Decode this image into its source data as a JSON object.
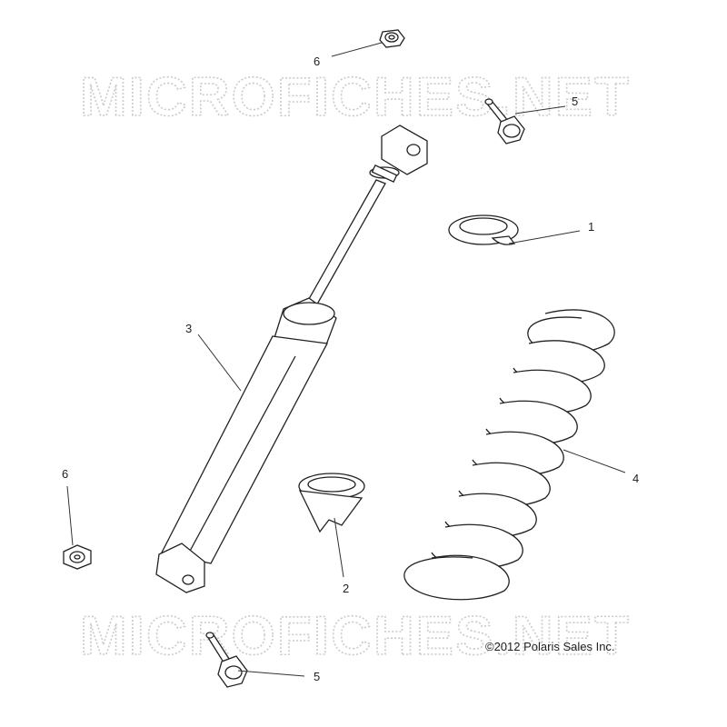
{
  "watermark": {
    "text": "MICROFICHES.NET"
  },
  "copyright": "©2012 Polaris Sales Inc.",
  "callouts": [
    {
      "id": "1",
      "label": "1"
    },
    {
      "id": "2",
      "label": "2"
    },
    {
      "id": "3",
      "label": "3"
    },
    {
      "id": "4",
      "label": "4"
    },
    {
      "id": "5a",
      "label": "5"
    },
    {
      "id": "5b",
      "label": "5"
    },
    {
      "id": "6a",
      "label": "6"
    },
    {
      "id": "6b",
      "label": "6"
    }
  ]
}
